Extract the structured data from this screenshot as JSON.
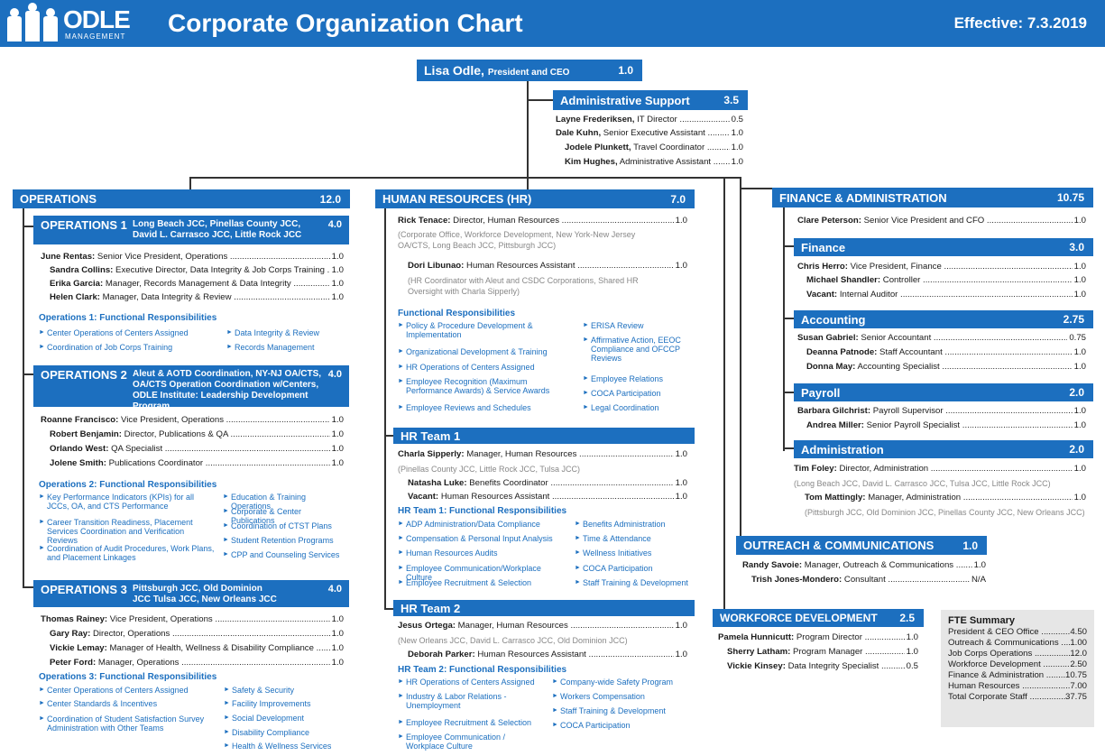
{
  "header": {
    "logo_name": "ODLE",
    "logo_sub": "MANAGEMENT",
    "title": "Corporate Organization Chart",
    "effective": "Effective: 7.3.2019"
  },
  "ceo": {
    "name": "Lisa Odle,",
    "title": "President and CEO",
    "fte": "1.0"
  },
  "admin_support": {
    "label": "Administrative Support",
    "fte": "3.5",
    "people": [
      {
        "name": "Layne Frederiksen,",
        "role": "IT Director",
        "fte": "0.5"
      },
      {
        "name": "Dale Kuhn,",
        "role": "Senior Executive Assistant",
        "fte": "1.0"
      },
      {
        "name": "Jodele Plunkett,",
        "role": "Travel Coordinator",
        "fte": "1.0"
      },
      {
        "name": "Kim Hughes,",
        "role": "Administrative Assistant",
        "fte": "1.0"
      }
    ]
  },
  "operations": {
    "label": "OPERATIONS",
    "fte": "12.0",
    "ops1": {
      "name": "OPERATIONS 1",
      "fte": "4.0",
      "locations": "Long Beach JCC, Pinellas County JCC, David L. Carrasco JCC, Little Rock JCC",
      "people": [
        {
          "name": "June Rentas:",
          "role": "Senior Vice President, Operations",
          "fte": "1.0"
        },
        {
          "name": "Sandra Collins:",
          "role": "Executive Director, Data Integrity & Job Corps Training",
          "fte": "1.0"
        },
        {
          "name": "Erika Garcia:",
          "role": "Manager, Records Management & Data Integrity",
          "fte": "1.0"
        },
        {
          "name": "Helen Clark:",
          "role": "Manager, Data Integrity & Review",
          "fte": "1.0"
        }
      ],
      "resp_title": "Operations 1: Functional Responsibilities",
      "resp": [
        "Center Operations of Centers Assigned",
        "Coordination of Job Corps Training",
        "Data Integrity & Review",
        "Records Management"
      ]
    },
    "ops2": {
      "name": "OPERATIONS 2",
      "fte": "4.0",
      "locations": "Aleut & AOTD Coordination, NY-NJ OA/CTS, OA/CTS Operation Coordination w/Centers, ODLE Institute: Leadership Development Program",
      "people": [
        {
          "name": "Roanne Francisco:",
          "role": "Vice President, Operations",
          "fte": "1.0"
        },
        {
          "name": "Robert Benjamin:",
          "role": "Director, Publications & QA",
          "fte": "1.0"
        },
        {
          "name": "Orlando West:",
          "role": "QA Specialist",
          "fte": "1.0"
        },
        {
          "name": "Jolene Smith:",
          "role": "Publications Coordinator",
          "fte": "1.0"
        }
      ],
      "resp_title": "Operations 2: Functional Responsibilities",
      "resp": [
        "Key Performance Indicators (KPIs) for all JCCs, OA, and CTS Performance",
        "Career Transition Readiness, Placement Services Coordination and Verification Reviews",
        "Coordination of Audit Procedures, Work Plans, and Placement Linkages",
        "Education & Training Operations",
        "Corporate & Center Publications",
        "Coordination of CTST Plans",
        "Student Retention Programs",
        "CPP and Counseling Services"
      ]
    },
    "ops3": {
      "name": "OPERATIONS 3",
      "fte": "4.0",
      "locations": "Pittsburgh JCC, Old Dominion JCC Tulsa JCC, New Orleans JCC",
      "people": [
        {
          "name": "Thomas Rainey:",
          "role": "Vice President, Operations",
          "fte": "1.0"
        },
        {
          "name": "Gary Ray:",
          "role": "Director, Operations",
          "fte": "1.0"
        },
        {
          "name": "Vickie Lemay:",
          "role": "Manager of Health, Wellness & Disability Compliance",
          "fte": "1.0"
        },
        {
          "name": "Peter Ford:",
          "role": "Manager, Operations",
          "fte": "1.0"
        }
      ],
      "resp_title": "Operations 3: Functional Responsibilities",
      "resp": [
        "Center Operations of Centers Assigned",
        "Center Standards & Incentives",
        "Coordination of Student Satisfaction Survey Administration with Other Teams",
        "Safety & Security",
        "Facility Improvements",
        "Social Development",
        "Disability Compliance",
        "Health & Wellness Services"
      ]
    }
  },
  "hr": {
    "label": "HUMAN RESOURCES (HR)",
    "fte": "7.0",
    "rick": {
      "name": "Rick Tenace:",
      "role": "Director, Human Resources",
      "fte": "1.0"
    },
    "rick_note": "(Corporate Office, Workforce Development, New York-New Jersey OA/CTS, Long Beach JCC, Pittsburgh JCC)",
    "dori": {
      "name": "Dori Libunao:",
      "role": "Human Resources Assistant",
      "fte": "1.0"
    },
    "dori_note": "(HR Coordinator with Aleut and CSDC Corporations, Shared HR Oversight with Charla Sipperly)",
    "resp_title": "Functional Responsibilities",
    "resp": [
      "Policy & Procedure Development & Implementation",
      "Organizational Development & Training",
      "HR Operations of Centers Assigned",
      "Employee Recognition (Maximum Performance Awards) & Service Awards",
      "Employee Reviews and Schedules",
      "ERISA Review",
      "Affirmative Action, EEOC Compliance and OFCCP Reviews",
      "Employee Relations",
      "COCA Participation",
      "Legal Coordination"
    ],
    "team1": {
      "label": "HR Team 1",
      "people": [
        {
          "name": "Charla Sipperly:",
          "role": "Manager, Human Resources",
          "fte": "1.0"
        },
        {
          "name": "Natasha Luke:",
          "role": "Benefits Coordinator",
          "fte": "1.0"
        },
        {
          "name": "Vacant:",
          "role": "Human Resources Assistant",
          "fte": "1.0"
        }
      ],
      "note": "(Pinellas County JCC, Little Rock JCC, Tulsa JCC)",
      "resp_title": "HR Team 1: Functional Responsibilities",
      "resp": [
        "ADP Administration/Data Compliance",
        "Compensation & Personal Input Analysis",
        "Human Resources Audits",
        "Employee Communication/Workplace Culture",
        "Employee Recruitment & Selection",
        "Benefits Administration",
        "Time & Attendance",
        "Wellness Initiatives",
        "COCA Participation",
        "Staff Training & Development"
      ]
    },
    "team2": {
      "label": "HR Team 2",
      "people": [
        {
          "name": "Jesus Ortega:",
          "role": "Manager, Human Resources",
          "fte": "1.0"
        },
        {
          "name": "Deborah Parker:",
          "role": "Human Resources Assistant",
          "fte": "1.0"
        }
      ],
      "note": "(New Orleans JCC, David L. Carrasco JCC, Old Dominion JCC)",
      "resp_title": "HR Team 2: Functional Responsibilities",
      "resp": [
        "HR Operations of Centers Assigned",
        "Industry & Labor Relations - Unemployment",
        "Employee Recruitment & Selection",
        "Employee Communication / Workplace Culture",
        "Company-wide Safety Program",
        "Workers Compensation",
        "Staff Training & Development",
        "COCA Participation"
      ]
    }
  },
  "finance": {
    "label": "FINANCE & ADMINISTRATION",
    "fte": "10.75",
    "clare": {
      "name": "Clare Peterson:",
      "role": "Senior Vice President and CFO",
      "fte": "1.0"
    },
    "finance": {
      "label": "Finance",
      "fte": "3.0",
      "people": [
        {
          "name": "Chris Herro:",
          "role": "Vice President, Finance",
          "fte": "1.0"
        },
        {
          "name": "Michael Shandler:",
          "role": "Controller",
          "fte": "1.0"
        },
        {
          "name": "Vacant:",
          "role": "Internal Auditor",
          "fte": "1.0"
        }
      ]
    },
    "accounting": {
      "label": "Accounting",
      "fte": "2.75",
      "people": [
        {
          "name": "Susan Gabriel:",
          "role": "Senior Accountant",
          "fte": "0.75"
        },
        {
          "name": "Deanna Patnode:",
          "role": "Staff Accountant",
          "fte": "1.0"
        },
        {
          "name": "Donna May:",
          "role": "Accounting Specialist",
          "fte": "1.0"
        }
      ]
    },
    "payroll": {
      "label": "Payroll",
      "fte": "2.0",
      "people": [
        {
          "name": "Barbara Gilchrist:",
          "role": "Payroll Supervisor",
          "fte": "1.0"
        },
        {
          "name": "Andrea Miller:",
          "role": "Senior Payroll Specialist",
          "fte": "1.0"
        }
      ]
    },
    "administration": {
      "label": "Administration",
      "fte": "2.0",
      "tim": {
        "name": "Tim Foley:",
        "role": "Director, Administration",
        "fte": "1.0"
      },
      "tim_note": "(Long Beach JCC, David L. Carrasco JCC, Tulsa JCC, Little Rock JCC)",
      "tom": {
        "name": "Tom Mattingly:",
        "role": "Manager, Administration",
        "fte": "1.0"
      },
      "tom_note": "(Pittsburgh JCC, Old Dominion JCC, Pinellas County JCC, New Orleans JCC)"
    }
  },
  "outreach": {
    "label": "OUTREACH & COMMUNICATIONS",
    "fte": "1.0",
    "people": [
      {
        "name": "Randy Savoie:",
        "role": "Manager, Outreach & Communications",
        "fte": "1.0"
      },
      {
        "name": "Trish Jones-Mondero:",
        "role": "Consultant",
        "fte": "N/A"
      }
    ]
  },
  "workforce": {
    "label": "WORKFORCE DEVELOPMENT",
    "fte": "2.5",
    "people": [
      {
        "name": "Pamela Hunnicutt:",
        "role": "Program Director",
        "fte": "1.0"
      },
      {
        "name": "Sherry Latham:",
        "role": "Program Manager",
        "fte": "1.0"
      },
      {
        "name": "Vickie Kinsey:",
        "role": "Data Integrity Specialist",
        "fte": "0.5"
      }
    ]
  },
  "fte_summary": {
    "title": "FTE Summary",
    "rows": [
      {
        "label": "President & CEO Office",
        "value": "4.50"
      },
      {
        "label": "Outreach & Communications",
        "value": "1.00"
      },
      {
        "label": "Job Corps Operations",
        "value": "12.0"
      },
      {
        "label": "Workforce Development",
        "value": "2.50"
      },
      {
        "label": "Finance & Administration",
        "value": "10.75"
      },
      {
        "label": "Human Resources",
        "value": "7.00"
      },
      {
        "label": "Total Corporate Staff",
        "value": "37.75"
      }
    ]
  },
  "colors": {
    "brand_blue": "#1c6fbf",
    "summary_bg": "#e6e6e6",
    "note_gray": "#888888"
  }
}
